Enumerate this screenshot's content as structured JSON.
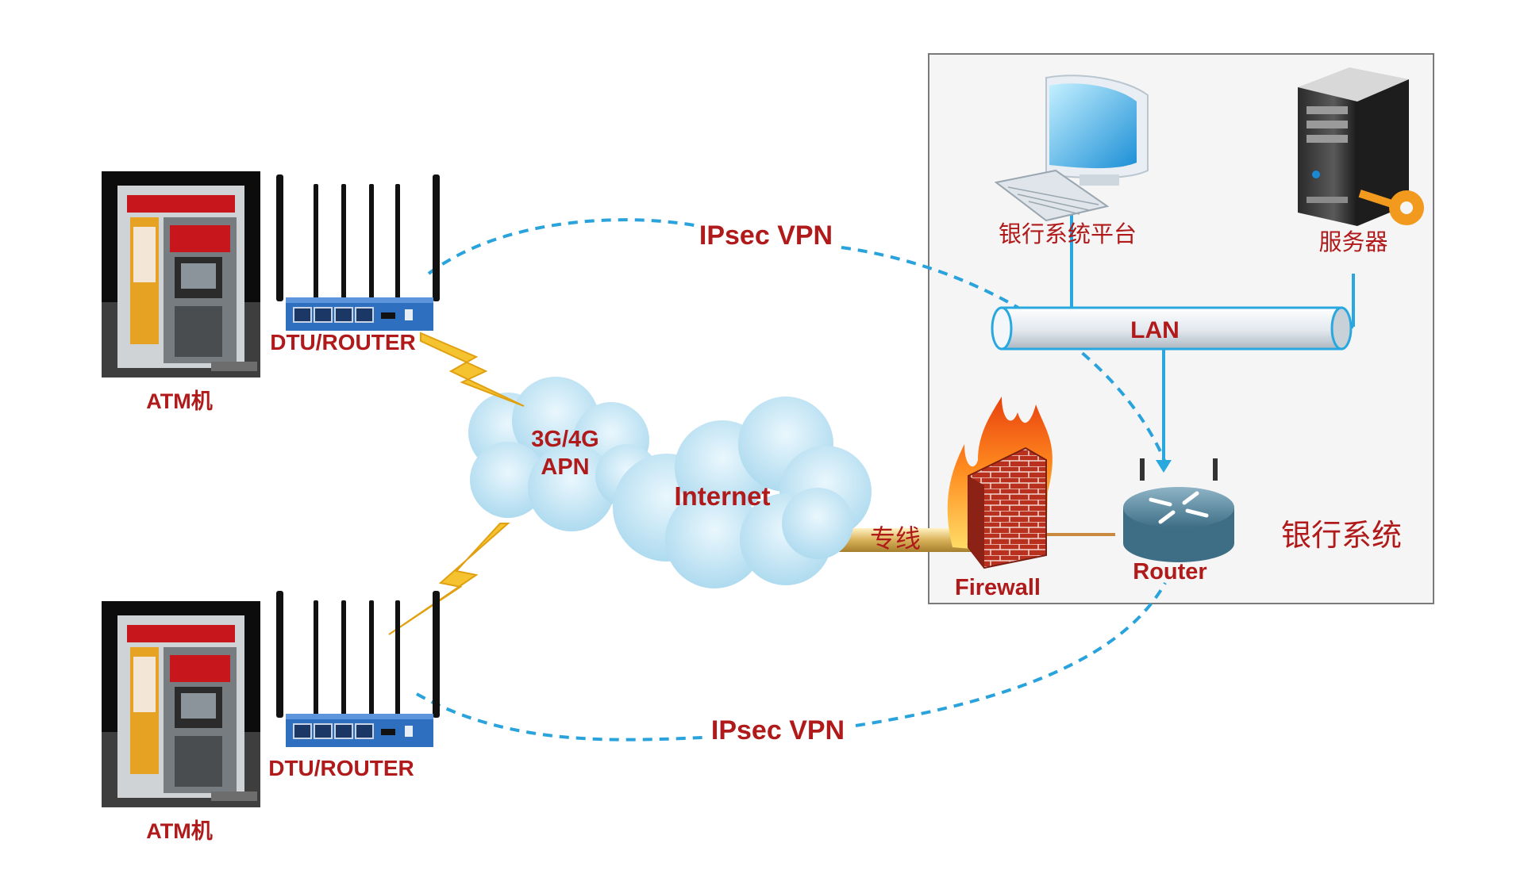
{
  "labels": {
    "atm_top": "ATM机",
    "atm_bottom": "ATM机",
    "dtu_top": "DTU/ROUTER",
    "dtu_bottom": "DTU/ROUTER",
    "vpn_top": "IPsec  VPN",
    "vpn_bottom": "IPsec  VPN",
    "apn_line1": "3G/4G",
    "apn_line2": "APN",
    "internet": "Internet",
    "leased_line": "专线",
    "firewall": "Firewall",
    "router": "Router",
    "lan": "LAN",
    "platform": "银行系统平台",
    "server": "服务器",
    "bank_system": "银行系统"
  },
  "colors": {
    "label_red": "#b01a1a",
    "vpn_blue": "#2aa3dc",
    "lightning": "#f5c330",
    "router_blue": "#2f6fc0",
    "cloud": "#bfe3f4",
    "lan_line": "#29a8e0"
  },
  "icons": {
    "atm": "atm-kiosk-icon",
    "dtu": "dtu-router-icon",
    "cloud": "cloud-icon",
    "firewall": "firewall-icon",
    "router": "router-icon",
    "computer": "computer-icon",
    "server": "server-icon"
  }
}
